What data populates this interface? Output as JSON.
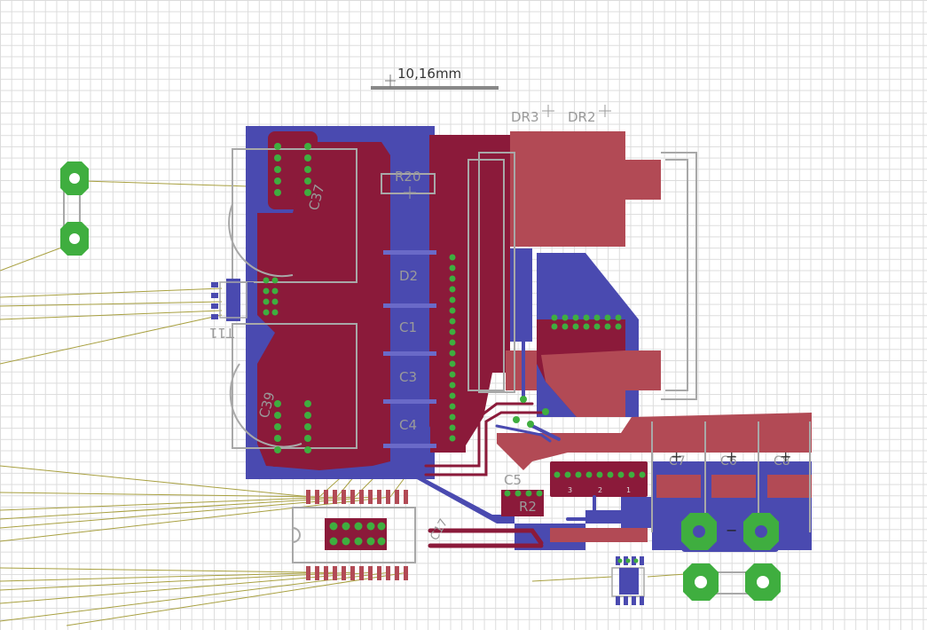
{
  "app": "PCB board layout editor",
  "dimension": {
    "text": "10,16mm"
  },
  "components": {
    "dr3": "DR3",
    "dr2": "DR2",
    "c37": "C37",
    "c39": "C39",
    "r20": "R20",
    "d2": "D2",
    "c1": "C1",
    "c3": "C3",
    "c4": "C4",
    "c5": "C5",
    "r2": "R2",
    "t11": "T11",
    "c7": "C7",
    "c6": "C6",
    "c8": "C8",
    "ic_label": "C17"
  },
  "markers": {
    "plus": "+",
    "minus": "−"
  },
  "pin_numbers": [
    "3",
    "2",
    "1"
  ],
  "colors": {
    "top_copper": "#8b1a3a",
    "top_copper_light": "#b24a55",
    "bottom_copper": "#4a4ab0",
    "via_pad": "#3fae3f",
    "silkscreen": "#9a9a9a",
    "airwire": "#a8a040",
    "background": "#ffffff",
    "grid": "#dcdcdc"
  }
}
